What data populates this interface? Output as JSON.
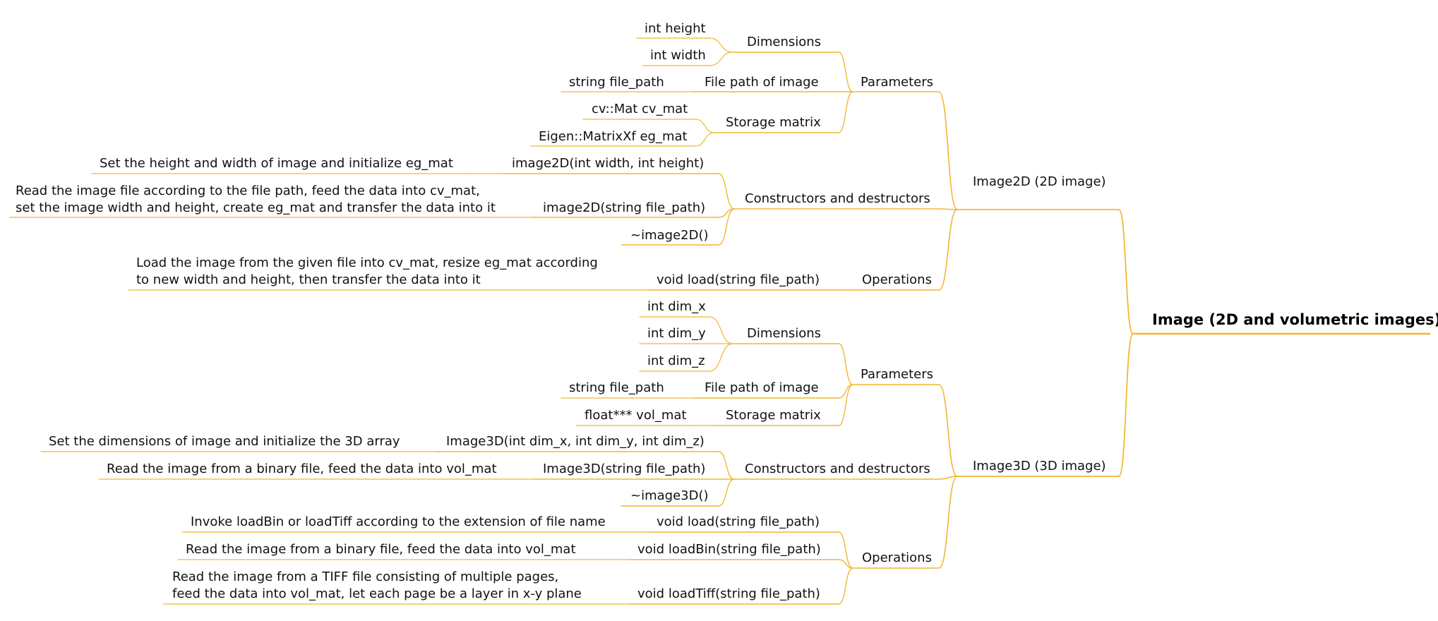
{
  "colors": {
    "accent": "#f2b731",
    "text": "#111111",
    "background": "#ffffff"
  },
  "root": {
    "label": "Image (2D and volumetric images)"
  },
  "image2d": {
    "label": "Image2D (2D image)",
    "parameters": {
      "label": "Parameters",
      "dimensions": {
        "label": "Dimensions",
        "height": "int height",
        "width": "int width"
      },
      "file_path": {
        "label": "File path of image",
        "value": "string file_path"
      },
      "storage": {
        "label": "Storage matrix",
        "cv_mat": "cv::Mat cv_mat",
        "eg_mat": "Eigen::MatrixXf eg_mat"
      }
    },
    "constructors": {
      "label": "Constructors and destructors",
      "c1": {
        "label": "image2D(int width, int height)",
        "desc": "Set the height and width of image and initialize eg_mat"
      },
      "c2": {
        "label": "image2D(string file_path)",
        "desc_line1": "Read the image file according to the file path, feed the data into cv_mat,",
        "desc_line2": "set the image width and height, create eg_mat and transfer the data into it"
      },
      "destructor": "~image2D()"
    },
    "operations": {
      "label": "Operations",
      "load": {
        "label": "void load(string file_path)",
        "desc_line1": "Load the image from the given file into cv_mat, resize eg_mat according",
        "desc_line2": "to new width and height, then transfer the data into it"
      }
    }
  },
  "image3d": {
    "label": "Image3D (3D image)",
    "parameters": {
      "label": "Parameters",
      "dimensions": {
        "label": "Dimensions",
        "dim_x": "int dim_x",
        "dim_y": "int dim_y",
        "dim_z": "int dim_z"
      },
      "file_path": {
        "label": "File path of image",
        "value": "string file_path"
      },
      "storage": {
        "label": "Storage matrix",
        "vol_mat": "float*** vol_mat"
      }
    },
    "constructors": {
      "label": "Constructors and destructors",
      "c1": {
        "label": "Image3D(int dim_x, int dim_y, int dim_z)",
        "desc": "Set the dimensions of image and initialize the 3D array"
      },
      "c2": {
        "label": "Image3D(string file_path)",
        "desc": "Read the image from a binary file, feed the data into vol_mat"
      },
      "destructor": "~image3D()"
    },
    "operations": {
      "label": "Operations",
      "load": {
        "label": "void load(string file_path)",
        "desc": "Invoke loadBin or loadTiff according to the extension of file name"
      },
      "loadbin": {
        "label": "void loadBin(string file_path)",
        "desc": "Read the image from a binary file, feed the data into vol_mat"
      },
      "loadtiff": {
        "label": "void loadTiff(string file_path)",
        "desc_line1": "Read the image from a TIFF file consisting of multiple pages,",
        "desc_line2": "feed the data into vol_mat, let each page be a layer in x-y plane"
      }
    }
  }
}
